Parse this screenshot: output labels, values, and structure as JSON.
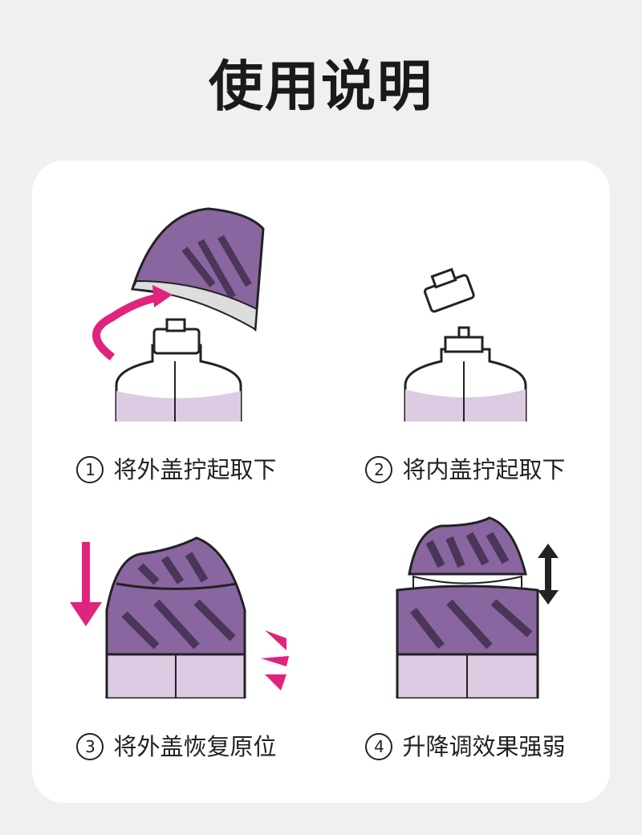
{
  "title": "使用说明",
  "colors": {
    "purple": "#8a66a0",
    "dark_stripe": "#4a3658",
    "light_purple": "#dccbe2",
    "magenta": "#e0237c"
  },
  "steps": [
    {
      "number": "1",
      "text": "将外盖拧起取下"
    },
    {
      "number": "2",
      "text": "将内盖拧起取下"
    },
    {
      "number": "3",
      "text": "将外盖恢复原位"
    },
    {
      "number": "4",
      "text": "升降调效果强弱"
    }
  ]
}
